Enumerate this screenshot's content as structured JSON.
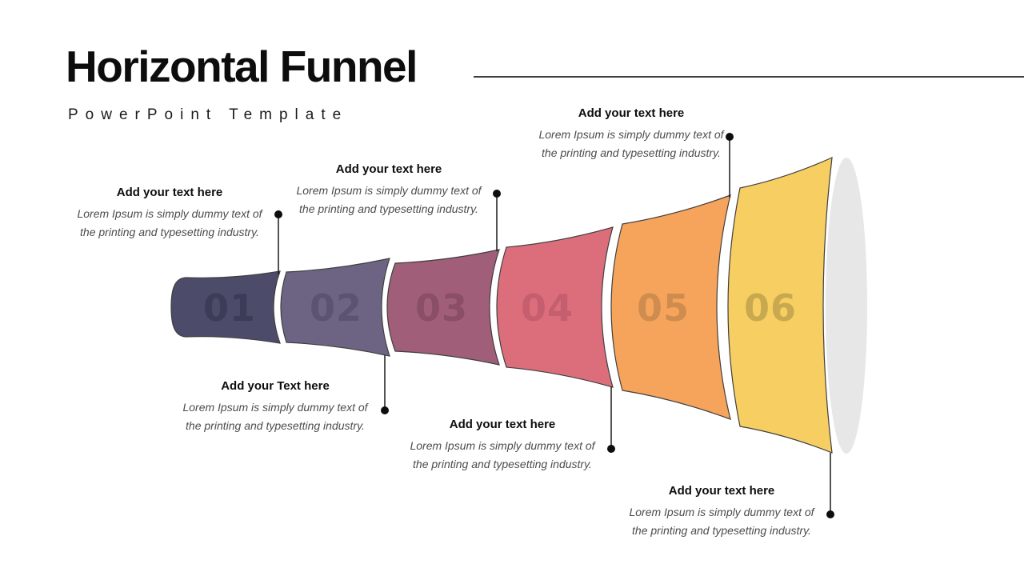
{
  "header": {
    "title": "Horizontal Funnel",
    "subtitle": "PowerPoint Template"
  },
  "funnel": {
    "segments": [
      {
        "number": "01",
        "color": "#4C4B6A",
        "number_color": "#3C3C58"
      },
      {
        "number": "02",
        "color": "#6D6484",
        "number_color": "#5B5274"
      },
      {
        "number": "03",
        "color": "#A05E78",
        "number_color": "#8A4E66"
      },
      {
        "number": "04",
        "color": "#DC6E7C",
        "number_color": "#C55E6E"
      },
      {
        "number": "05",
        "color": "#F6A45B",
        "number_color": "#CE8C4E"
      },
      {
        "number": "06",
        "color": "#F7CE62",
        "number_color": "#C9A950"
      }
    ],
    "opening_color": "#E7E7E7"
  },
  "callouts": [
    {
      "heading": "Add your text here",
      "body1": "Lorem Ipsum is simply dummy text of",
      "body2": "the printing and typesetting industry."
    },
    {
      "heading": "Add your text here",
      "body1": "Lorem Ipsum is simply dummy text of",
      "body2": "the printing and typesetting industry."
    },
    {
      "heading": "Add your text here",
      "body1": "Lorem Ipsum is simply dummy text of",
      "body2": "the printing and typesetting industry."
    },
    {
      "heading": "Add your Text here",
      "body1": "Lorem Ipsum is simply dummy text of",
      "body2": "the printing and typesetting industry."
    },
    {
      "heading": "Add your text here",
      "body1": "Lorem Ipsum is simply dummy text of",
      "body2": "the printing and typesetting industry."
    },
    {
      "heading": "Add your text here",
      "body1": "Lorem Ipsum is simply dummy text of",
      "body2": "the printing and typesetting industry."
    }
  ]
}
